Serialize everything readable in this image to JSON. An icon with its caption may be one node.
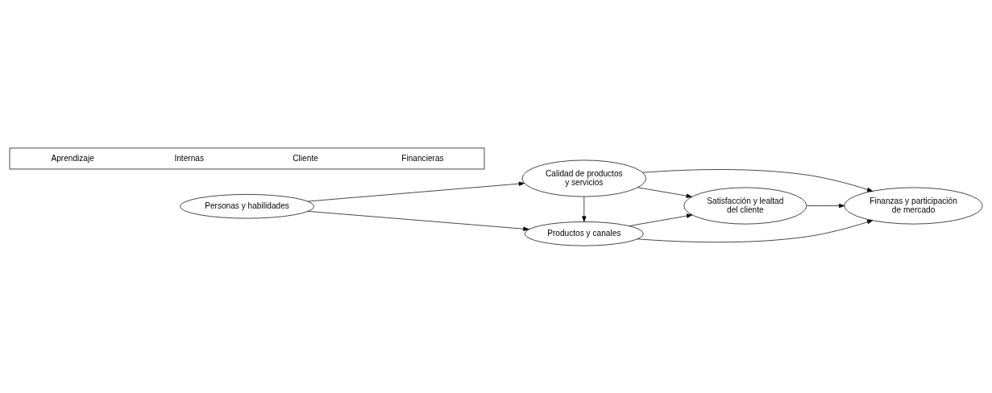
{
  "diagram": {
    "nodes": [
      {
        "text": [
          "Personas y habilidades"
        ]
      },
      {
        "text": [
          "Productos y canales"
        ]
      },
      {
        "text": [
          "Calidad de productos y servicios"
        ]
      },
      {
        "text": [
          "Satisfacción y lealtad del cliente"
        ]
      },
      {
        "text": [
          "Finanzas y participación de mercado"
        ]
      },
      {
        "text": [
          "Aprendizaje",
          "Internas",
          "Cliente",
          "Financieras"
        ]
      }
    ],
    "edges": [
      {
        "from": 0,
        "to": 1,
        "arrow": "to"
      },
      {
        "from": 0,
        "to": 2,
        "arrow": "to"
      },
      {
        "from": 2,
        "to": 1,
        "arrow": "to"
      },
      {
        "from": 1,
        "to": 3,
        "arrow": "to"
      },
      {
        "from": 1,
        "to": 4,
        "arrow": "to"
      },
      {
        "from": 2,
        "to": 3,
        "arrow": "to"
      },
      {
        "from": 2,
        "to": 4,
        "arrow": "to"
      },
      {
        "from": 3,
        "to": 4,
        "arrow": "to"
      }
    ]
  }
}
